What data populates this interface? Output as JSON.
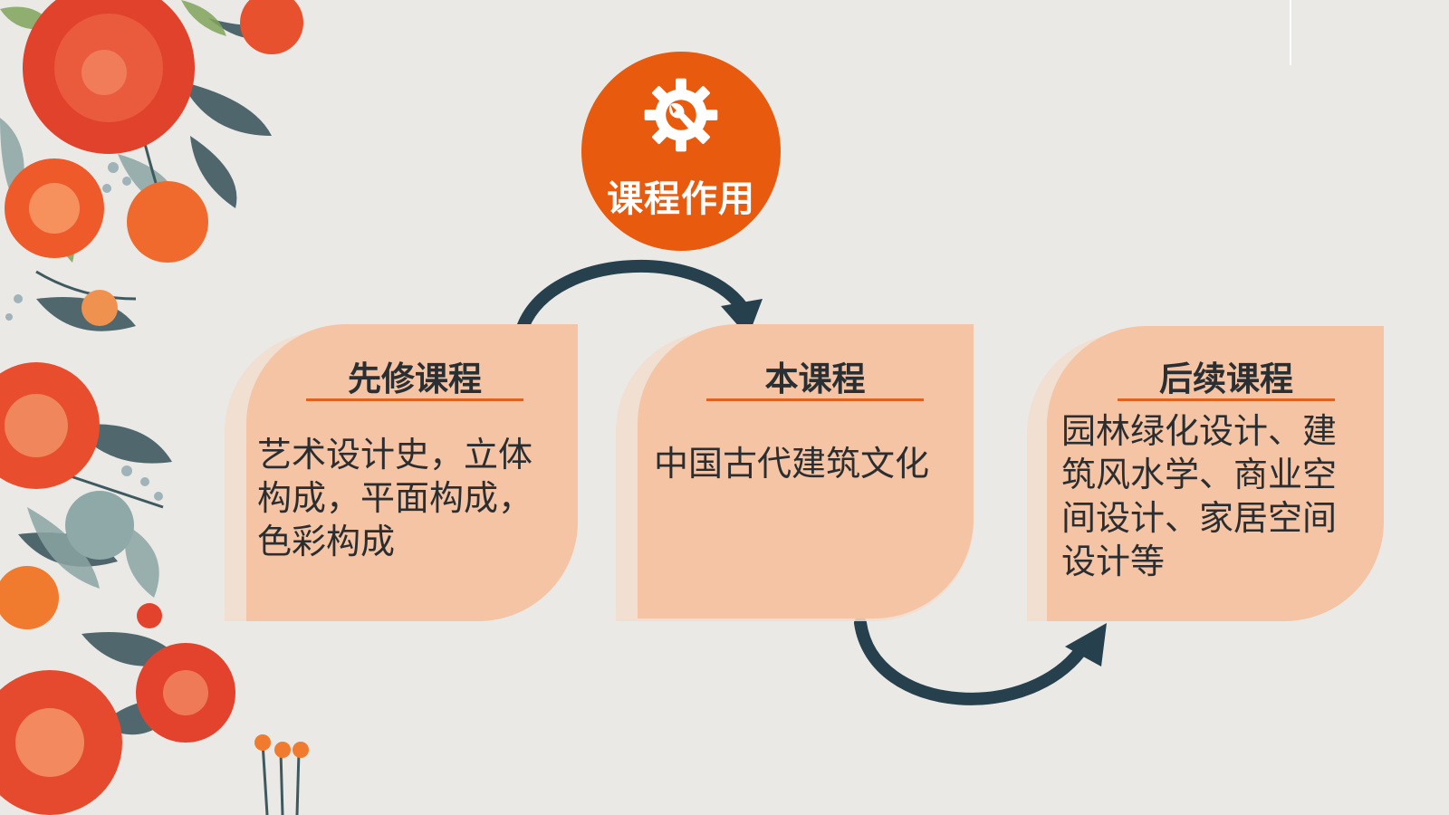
{
  "badge": {
    "title": "课程作用",
    "icon": "gear-wrench-icon",
    "color": "#e85a0e"
  },
  "cards": [
    {
      "title": "先修课程",
      "body": "艺术设计史，立体构成，平面构成，色彩构成"
    },
    {
      "title": "本课程",
      "body": "中国古代建筑文化"
    },
    {
      "title": "后续课程",
      "body": "园林绿化设计、建筑风水学、商业空间设计、家居空间设计等"
    }
  ],
  "colors": {
    "card": "#f5c4a5",
    "card_shadow": "#f2ddce",
    "underline": "#e0631d",
    "arrow": "#26404e",
    "background": "#ebe9e6"
  }
}
